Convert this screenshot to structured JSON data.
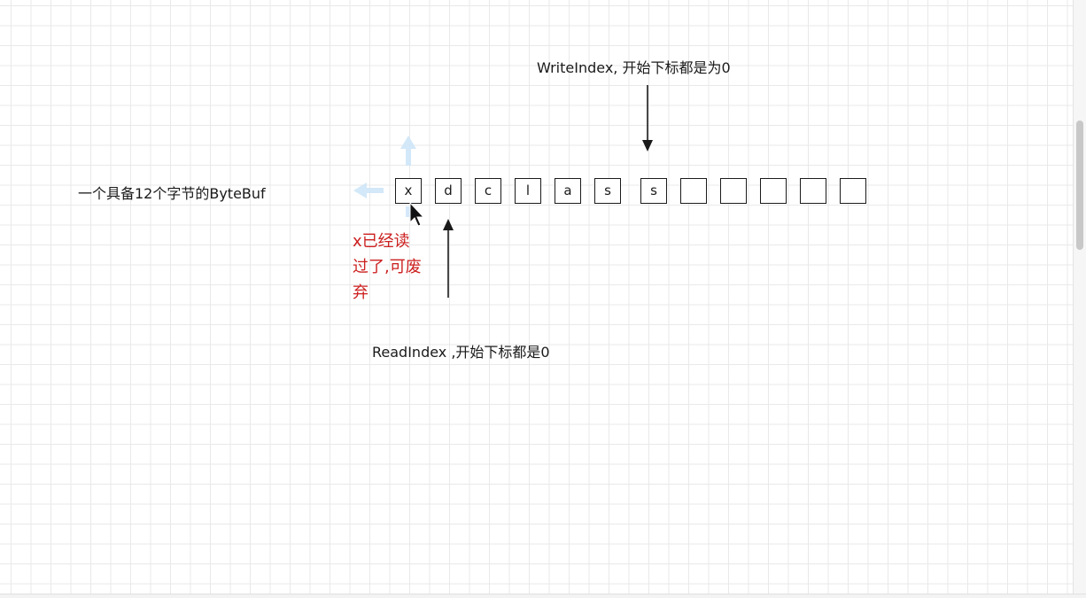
{
  "canvas_title": "一个具备12个字节的ByteBuf",
  "buffer": {
    "cells": [
      "x",
      "d",
      "c",
      "l",
      "a",
      "s",
      "s",
      "",
      "",
      "",
      "",
      ""
    ]
  },
  "write_index_label": "WriteIndex, 开始下标都是为0",
  "read_index_label": "ReadIndex ,开始下标都是0",
  "discard_note": "x已经读过了,可废弃",
  "colors": {
    "note": "#cc1f1f",
    "arrow": "#1a1a1a",
    "connection_hint": "#cfe6f8"
  }
}
